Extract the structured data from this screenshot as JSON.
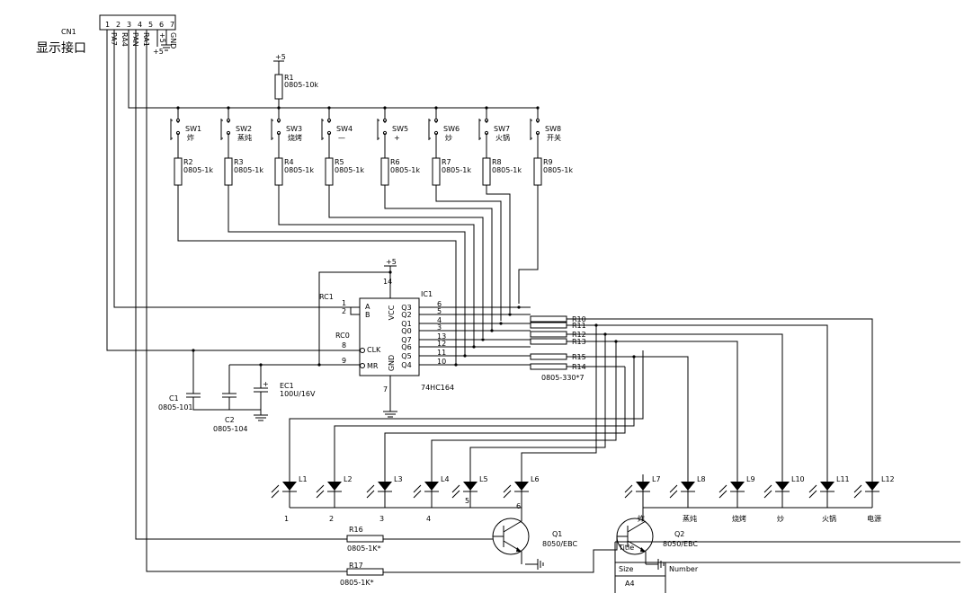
{
  "connector": {
    "ref": "CN1",
    "title": "显示接口",
    "pins": [
      "1",
      "2",
      "3",
      "4",
      "5",
      "6",
      "7"
    ],
    "pin_names": [
      "PA7",
      "RA4",
      "PAN",
      "RA1",
      "+5",
      "GND"
    ],
    "plus5": "+5"
  },
  "power": {
    "vcc": "+5"
  },
  "r1": {
    "ref": "R1",
    "value": "0805-10k"
  },
  "switches": [
    {
      "ref": "SW1",
      "label": "炸"
    },
    {
      "ref": "SW2",
      "label": "蒸炖"
    },
    {
      "ref": "SW3",
      "label": "烧烤"
    },
    {
      "ref": "SW4",
      "label": "—"
    },
    {
      "ref": "SW5",
      "label": "+"
    },
    {
      "ref": "SW6",
      "label": "炒"
    },
    {
      "ref": "SW7",
      "label": "火锅"
    },
    {
      "ref": "SW8",
      "label": "开关"
    }
  ],
  "key_resistors": [
    {
      "ref": "R2",
      "value": "0805-1k"
    },
    {
      "ref": "R3",
      "value": "0805-1k"
    },
    {
      "ref": "R4",
      "value": "0805-1k"
    },
    {
      "ref": "R5",
      "value": "0805-1k"
    },
    {
      "ref": "R6",
      "value": "0805-1k"
    },
    {
      "ref": "R7",
      "value": "0805-1k"
    },
    {
      "ref": "R8",
      "value": "0805-1k"
    },
    {
      "ref": "R9",
      "value": "0805-1k"
    }
  ],
  "ic": {
    "ref": "IC1",
    "part": "74HC164",
    "vcc_label": "VCC",
    "gnd_label": "GND",
    "vcc_pin": "14",
    "gnd_pin": "7",
    "left_pins": [
      {
        "num": "1",
        "name": "A"
      },
      {
        "num": "2",
        "name": "B"
      },
      {
        "num": "8",
        "name": "CLK"
      },
      {
        "num": "9",
        "name": "MR"
      }
    ],
    "right_pins": [
      {
        "num": "6",
        "name": "Q3"
      },
      {
        "num": "5",
        "name": "Q2"
      },
      {
        "num": "4",
        "name": "Q1"
      },
      {
        "num": "3",
        "name": "Q0"
      },
      {
        "num": "13",
        "name": "Q7"
      },
      {
        "num": "12",
        "name": "Q6"
      },
      {
        "num": "11",
        "name": "Q5"
      },
      {
        "num": "10",
        "name": "Q4"
      }
    ]
  },
  "net_labels": {
    "rc1": "RC1",
    "rc0": "RC0"
  },
  "series_resistors": {
    "refs": [
      "R10",
      "R11",
      "R12",
      "R13",
      "R15",
      "R14"
    ],
    "value": "0805-330*7"
  },
  "caps": {
    "c1": {
      "ref": "C1",
      "value": "0805-101"
    },
    "c2": {
      "ref": "C2",
      "value": "0805-104"
    },
    "ec1": {
      "ref": "EC1",
      "value": "100U/16V"
    },
    "plus": "+"
  },
  "leds": [
    {
      "ref": "L1",
      "label": "1"
    },
    {
      "ref": "L2",
      "label": "2"
    },
    {
      "ref": "L3",
      "label": "3"
    },
    {
      "ref": "L4",
      "label": "4"
    },
    {
      "ref": "L5",
      "label": "5"
    },
    {
      "ref": "L6",
      "label": "6"
    },
    {
      "ref": "L7",
      "label": "炸"
    },
    {
      "ref": "L8",
      "label": "蒸炖"
    },
    {
      "ref": "L9",
      "label": "烧烤"
    },
    {
      "ref": "L10",
      "label": "炒"
    },
    {
      "ref": "L11",
      "label": "火锅"
    },
    {
      "ref": "L12",
      "label": "电源"
    }
  ],
  "transistors": [
    {
      "ref": "Q1",
      "value": "8050/EBC"
    },
    {
      "ref": "Q2",
      "value": "8050/EBC"
    }
  ],
  "base_resistors": [
    {
      "ref": "R16",
      "value": "0805-1K*"
    },
    {
      "ref": "R17",
      "value": "0805-1K*"
    }
  ],
  "title_block": {
    "title": "Title",
    "size_label": "Size",
    "size": "A4",
    "number_label": "Number"
  }
}
